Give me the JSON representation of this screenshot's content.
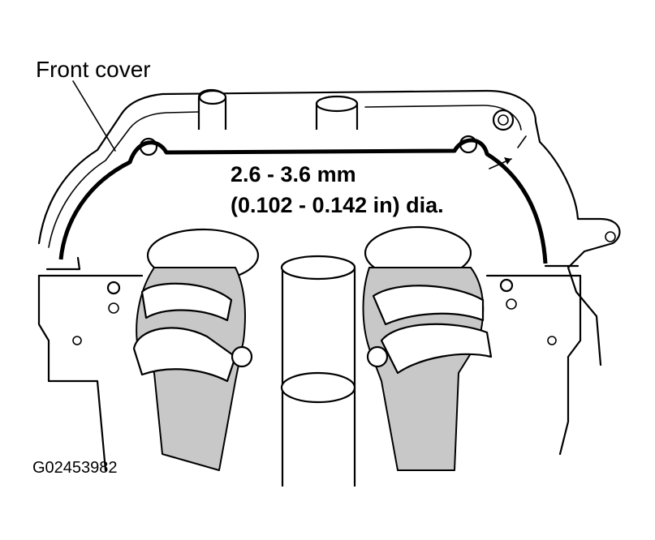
{
  "labels": {
    "front_cover": "Front cover",
    "bead_size_line1": "2.6 - 3.6 mm",
    "bead_size_line2": "(0.102 - 0.142 in) dia.",
    "figure_code": "G02453982"
  },
  "colors": {
    "line": "#000000",
    "background": "#ffffff",
    "shading": "#c8c8c8"
  }
}
